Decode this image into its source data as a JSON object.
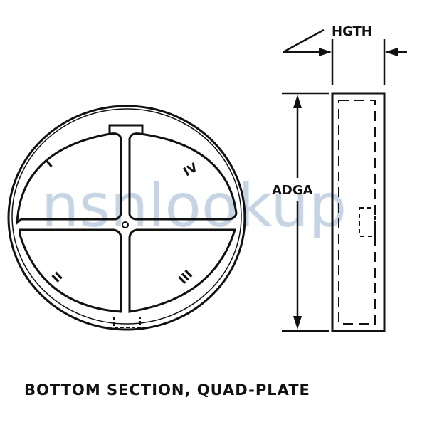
{
  "diagram": {
    "caption": "BOTTOM SECTION, QUAD-PLATE",
    "dimension_labels": {
      "height": "HGTH",
      "diameter": "ADGA"
    },
    "quadrant_marks": [
      "I",
      "IV",
      "II",
      "III"
    ],
    "watermark": "nsnlookup",
    "colors": {
      "line": "#111111",
      "watermark": "#9fb6d0"
    }
  }
}
